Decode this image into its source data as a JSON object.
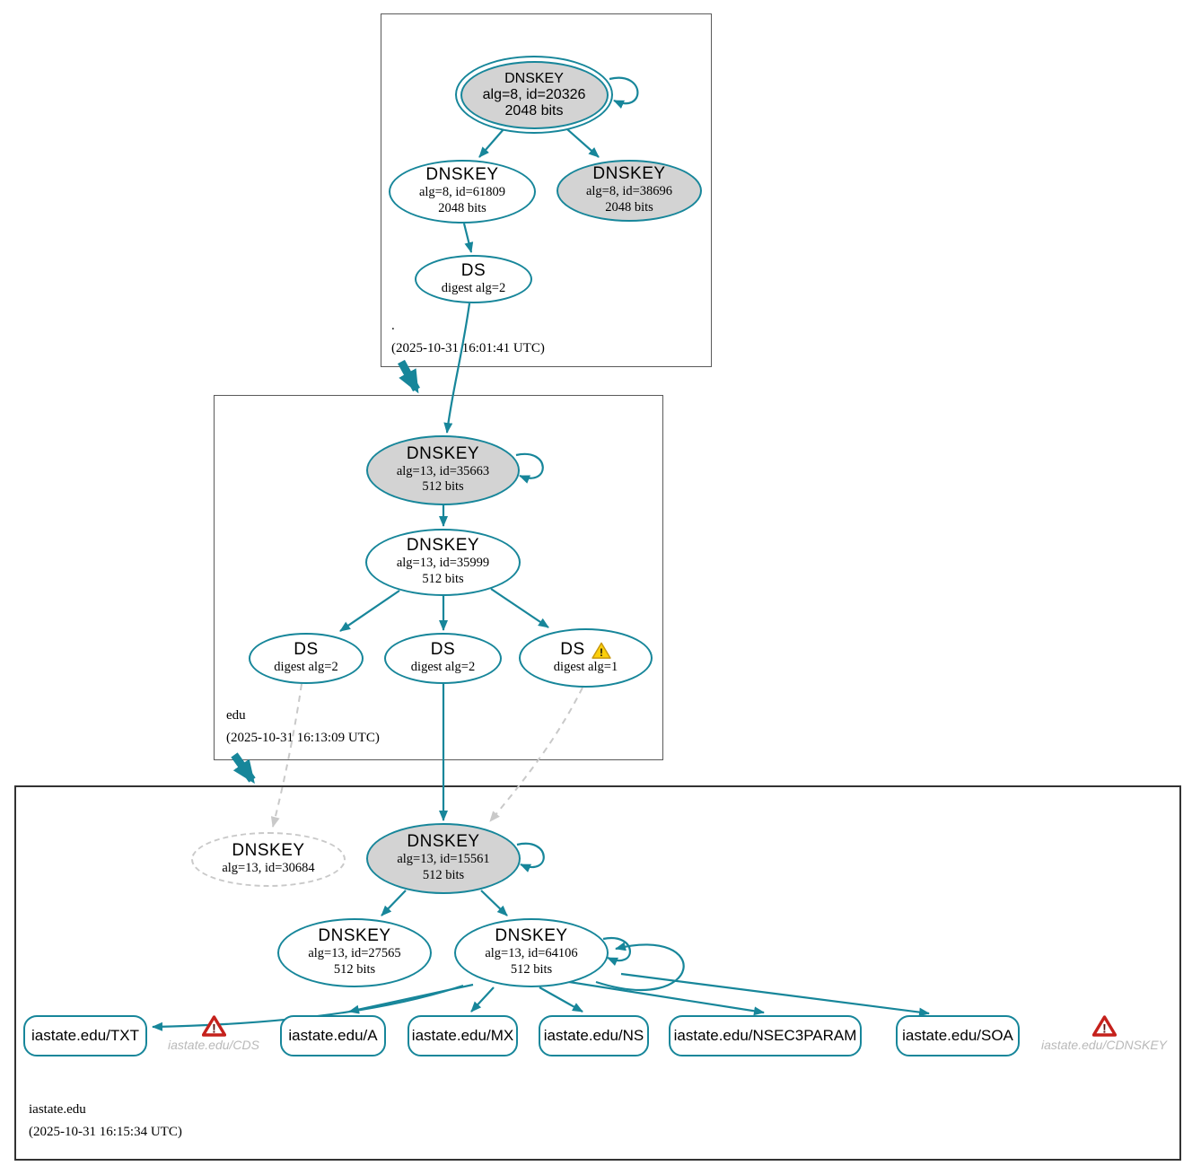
{
  "colors": {
    "secure_teal": "#17869a",
    "node_fill_gray": "#d3d3d3",
    "insecure_gray": "#c9c9c9",
    "warning_yellow": "#fccf0b",
    "error_red": "#c5211c",
    "zone_box_border": "#5a5a5a"
  },
  "zones": {
    "root": {
      "name": ".",
      "timestamp": "(2025-10-31 16:01:41 UTC)",
      "nodes": {
        "ksk": {
          "title": "DNSKEY",
          "detail1": "alg=8, id=20326",
          "detail2": "2048 bits"
        },
        "zsk": {
          "title": "DNSKEY",
          "detail1": "alg=8, id=61809",
          "detail2": "2048 bits"
        },
        "key38696": {
          "title": "DNSKEY",
          "detail1": "alg=8, id=38696",
          "detail2": "2048 bits"
        },
        "ds": {
          "title": "DS",
          "detail1": "digest alg=2"
        }
      }
    },
    "edu": {
      "name": "edu",
      "timestamp": "(2025-10-31 16:13:09 UTC)",
      "nodes": {
        "ksk": {
          "title": "DNSKEY",
          "detail1": "alg=13, id=35663",
          "detail2": "512 bits"
        },
        "zsk": {
          "title": "DNSKEY",
          "detail1": "alg=13, id=35999",
          "detail2": "512 bits"
        },
        "ds_left": {
          "title": "DS",
          "detail1": "digest alg=2"
        },
        "ds_mid": {
          "title": "DS",
          "detail1": "digest alg=2"
        },
        "ds_warn": {
          "title": "DS",
          "detail1": "digest alg=1"
        }
      }
    },
    "iastate": {
      "name": "iastate.edu",
      "timestamp": "(2025-10-31 16:15:34 UTC)",
      "nodes": {
        "key_missing": {
          "title": "DNSKEY",
          "detail1": "alg=13, id=30684"
        },
        "ksk": {
          "title": "DNSKEY",
          "detail1": "alg=13, id=15561",
          "detail2": "512 bits"
        },
        "zsk1": {
          "title": "DNSKEY",
          "detail1": "alg=13, id=27565",
          "detail2": "512 bits"
        },
        "zsk2": {
          "title": "DNSKEY",
          "detail1": "alg=13, id=64106",
          "detail2": "512 bits"
        }
      },
      "rrsets": [
        {
          "label": "iastate.edu/TXT"
        },
        {
          "label": "iastate.edu/A"
        },
        {
          "label": "iastate.edu/MX"
        },
        {
          "label": "iastate.edu/NS"
        },
        {
          "label": "iastate.edu/NSEC3PARAM"
        },
        {
          "label": "iastate.edu/SOA"
        }
      ],
      "errors": [
        {
          "label": "iastate.edu/CDS"
        },
        {
          "label": "iastate.edu/CDNSKEY"
        }
      ]
    }
  }
}
